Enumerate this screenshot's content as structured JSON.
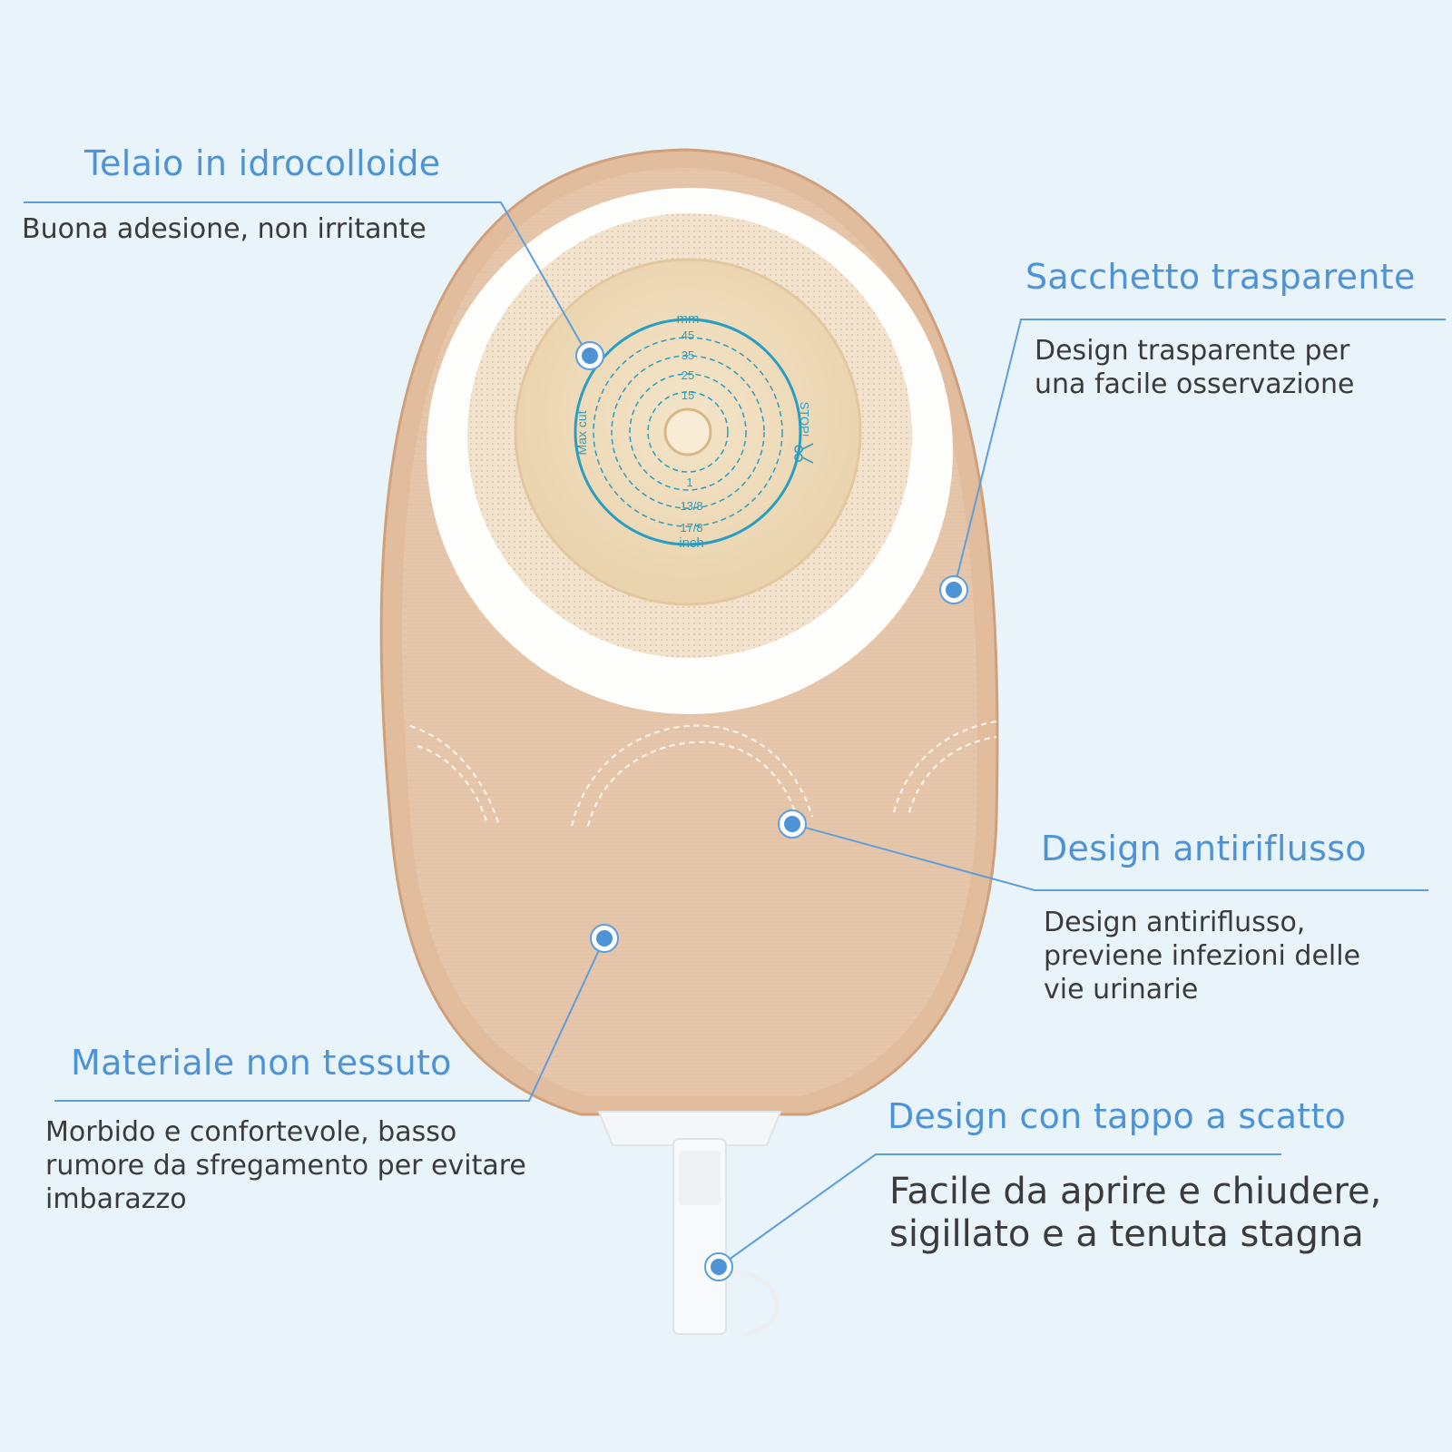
{
  "callouts": [
    {
      "id": "hydrocolloid",
      "title": "Telaio in idrocolloide",
      "description": [
        "Buona adesione, non irritante"
      ]
    },
    {
      "id": "transparent-bag",
      "title": "Sacchetto trasparente",
      "description": [
        "Design trasparente per",
        "una facile osservazione"
      ]
    },
    {
      "id": "anti-reflux",
      "title": "Design antiriflusso",
      "description": [
        "Design antiriflusso,",
        "previene infezioni delle",
        "vie urinarie"
      ]
    },
    {
      "id": "non-woven",
      "title": "Materiale non tessuto",
      "description": [
        "Morbido e confortevole, basso",
        "rumore da sfregamento per evitare",
        "imbarazzo"
      ]
    },
    {
      "id": "snap-cap",
      "title": "Design con tappo a scatto",
      "description": [
        "Facile da aprire e chiudere,",
        "sigillato e a tenuta stagna"
      ]
    }
  ],
  "flange": {
    "mm_label": "mm",
    "mm_sizes": [
      "45",
      "35",
      "25",
      "15"
    ],
    "inch_sizes": [
      "1",
      "13/8",
      "17/8"
    ],
    "inch_label": "inch",
    "left_label": "Max cut",
    "right_label": "STOP!"
  },
  "colors": {
    "accent": "#4d93d6",
    "text": "#3b3b3b",
    "background": "#e8f3fa",
    "bag": "#e1bd9e",
    "flange_ring": "#2a9dc2"
  }
}
